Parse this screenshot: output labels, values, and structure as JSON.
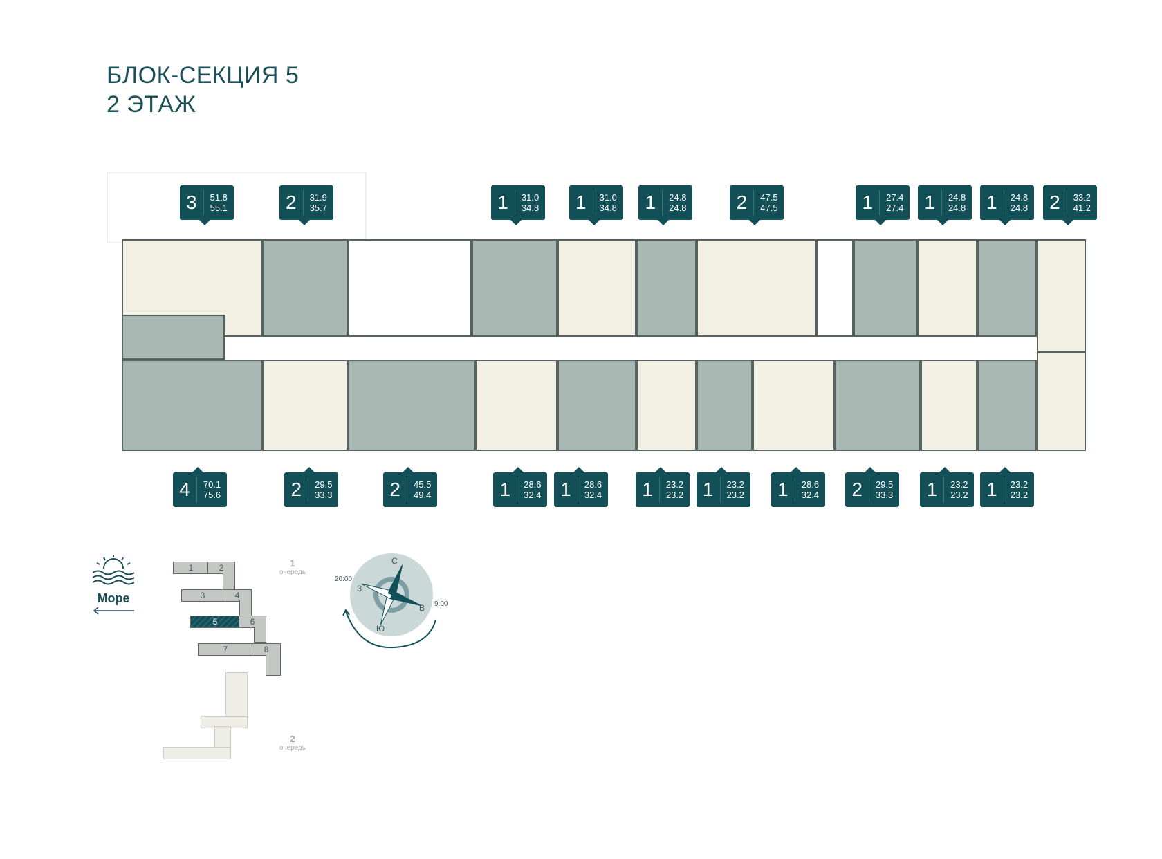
{
  "header": {
    "line1": "БЛОК-СЕКЦИЯ 5",
    "line2": "2 ЭТАЖ"
  },
  "top_tags": [
    {
      "rooms": "3",
      "area1": "51.8",
      "area2": "55.1"
    },
    {
      "rooms": "2",
      "area1": "31.9",
      "area2": "35.7"
    },
    {
      "rooms": "1",
      "area1": "31.0",
      "area2": "34.8"
    },
    {
      "rooms": "1",
      "area1": "31.0",
      "area2": "34.8"
    },
    {
      "rooms": "1",
      "area1": "24.8",
      "area2": "24.8"
    },
    {
      "rooms": "2",
      "area1": "47.5",
      "area2": "47.5"
    },
    {
      "rooms": "1",
      "area1": "27.4",
      "area2": "27.4"
    },
    {
      "rooms": "1",
      "area1": "24.8",
      "area2": "24.8"
    },
    {
      "rooms": "1",
      "area1": "24.8",
      "area2": "24.8"
    },
    {
      "rooms": "2",
      "area1": "33.2",
      "area2": "41.2"
    }
  ],
  "bottom_tags": [
    {
      "rooms": "4",
      "area1": "70.1",
      "area2": "75.6"
    },
    {
      "rooms": "2",
      "area1": "29.5",
      "area2": "33.3"
    },
    {
      "rooms": "2",
      "area1": "45.5",
      "area2": "49.4"
    },
    {
      "rooms": "1",
      "area1": "28.6",
      "area2": "32.4"
    },
    {
      "rooms": "1",
      "area1": "28.6",
      "area2": "32.4"
    },
    {
      "rooms": "1",
      "area1": "23.2",
      "area2": "23.2"
    },
    {
      "rooms": "1",
      "area1": "23.2",
      "area2": "23.2"
    },
    {
      "rooms": "1",
      "area1": "28.6",
      "area2": "32.4"
    },
    {
      "rooms": "2",
      "area1": "29.5",
      "area2": "33.3"
    },
    {
      "rooms": "1",
      "area1": "23.2",
      "area2": "23.2"
    },
    {
      "rooms": "1",
      "area1": "23.2",
      "area2": "23.2"
    }
  ],
  "legend": {
    "sea_label": "Море",
    "sections": [
      "1",
      "2",
      "3",
      "4",
      "5",
      "6",
      "7",
      "8"
    ],
    "selected_section": "5",
    "queue1_num": "1",
    "queue1_label": "очередь",
    "queue2_num": "2",
    "queue2_label": "очередь",
    "compass": {
      "n": "С",
      "w": "З",
      "e": "В",
      "s": "Ю",
      "sunset": "20:00",
      "sunrise": "9:00"
    }
  },
  "colors": {
    "accent": "#134f57",
    "unit_green": "#a9b8b2",
    "unit_beige": "#f2efe3"
  }
}
